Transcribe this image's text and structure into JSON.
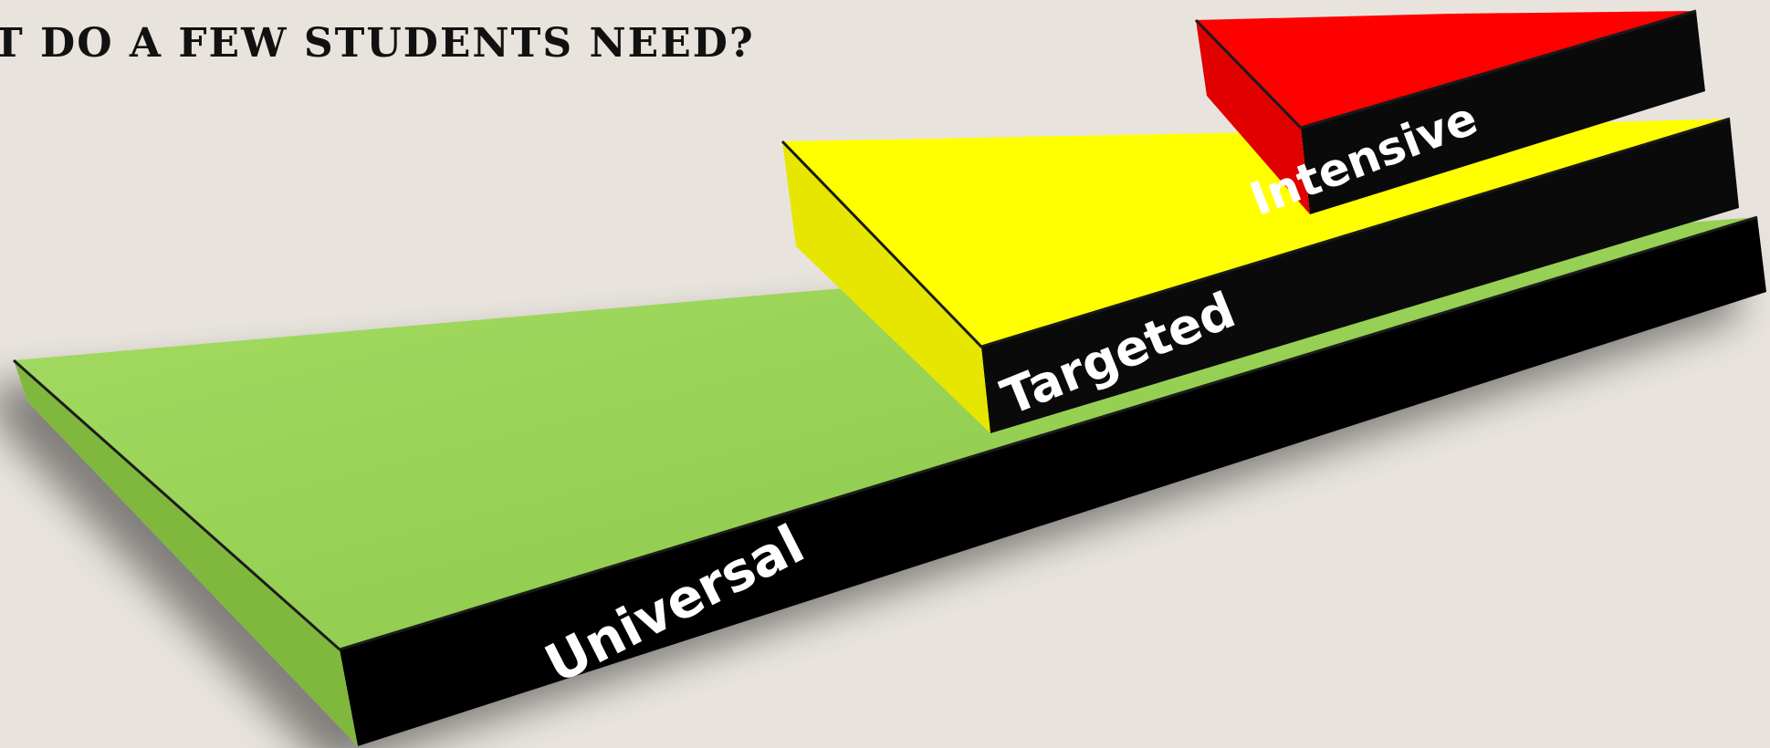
{
  "title": "T DO A FEW STUDENTS NEED?",
  "tiers": [
    {
      "label": "Universal",
      "color": "#92d050"
    },
    {
      "label": "Targeted",
      "color": "#ffff00"
    },
    {
      "label": "Intensive",
      "color": "#ff0000"
    }
  ]
}
